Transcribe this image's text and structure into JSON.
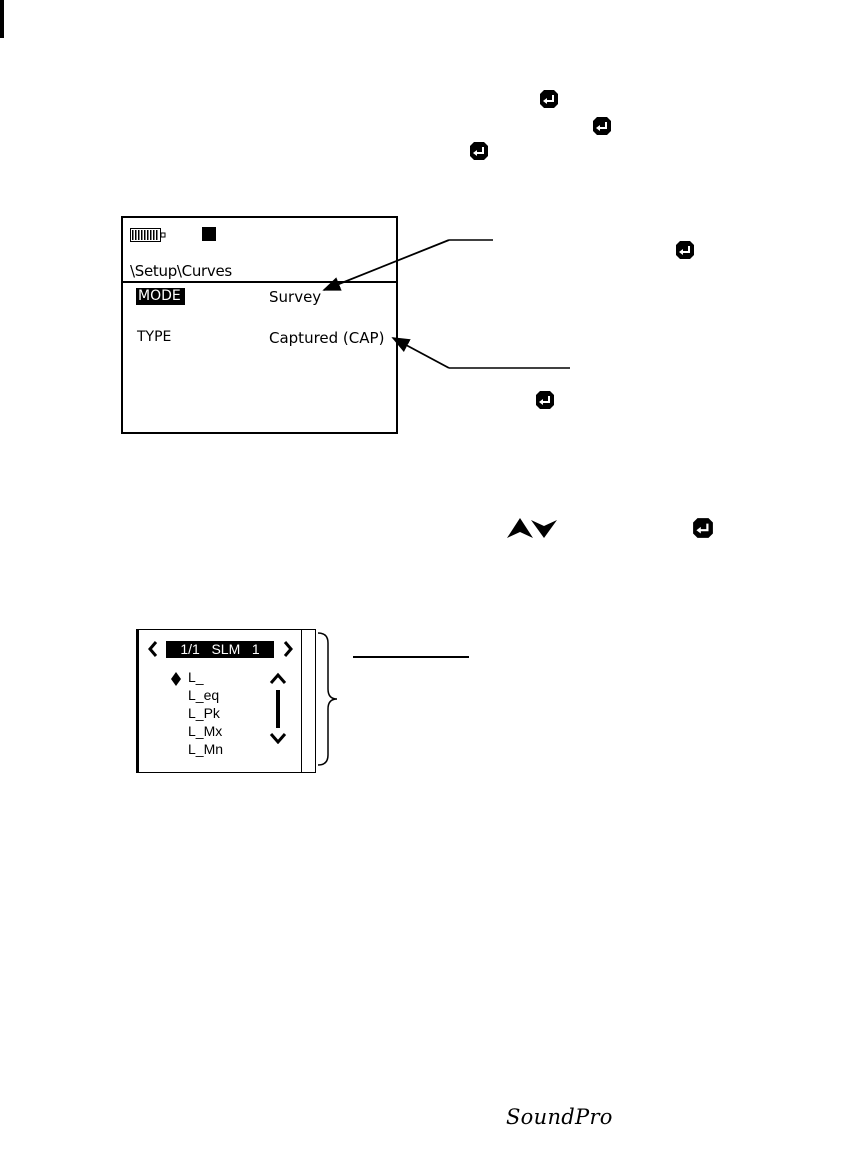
{
  "screen1": {
    "path": "\\Setup\\Curves",
    "rows": [
      {
        "label": "MODE",
        "value": "Survey"
      },
      {
        "label": "TYPE",
        "value": "Captured (CAP)"
      }
    ]
  },
  "screen2": {
    "header": "1/1   SLM   1",
    "items": [
      "L_",
      "L_eq",
      "L_Pk",
      "L_Mx",
      "L_Mn"
    ]
  },
  "footer": {
    "logo_text": "SoundPro"
  },
  "icons": [
    "enter-icon",
    "battery-icon",
    "stop-icon",
    "left-arrow-icon",
    "right-arrow-icon",
    "up-down-arrow-icon",
    "diamond-icon",
    "brace-icon"
  ]
}
